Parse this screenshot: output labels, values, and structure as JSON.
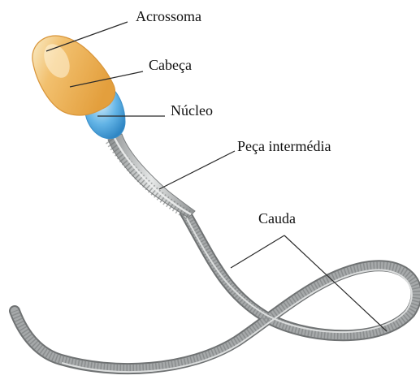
{
  "labels": {
    "acrossoma": "Acrossoma",
    "cabeca": "Cabeça",
    "nucleo": "Núcleo",
    "peca_intermedia": "Peça intermédia",
    "cauda": "Cauda"
  },
  "colors": {
    "background": "#ffffff",
    "acrosome": "#f2c06e",
    "head_highlight": "#f9ecc8",
    "nucleus": "#63b4e6",
    "nucleus_highlight": "#cfeaf9",
    "midpiece": "#b9bcbd",
    "tail": "#a6a9aa",
    "tail_outline": "#6f7273",
    "leader_line": "#2a2a2a",
    "label_text": "#111111"
  }
}
